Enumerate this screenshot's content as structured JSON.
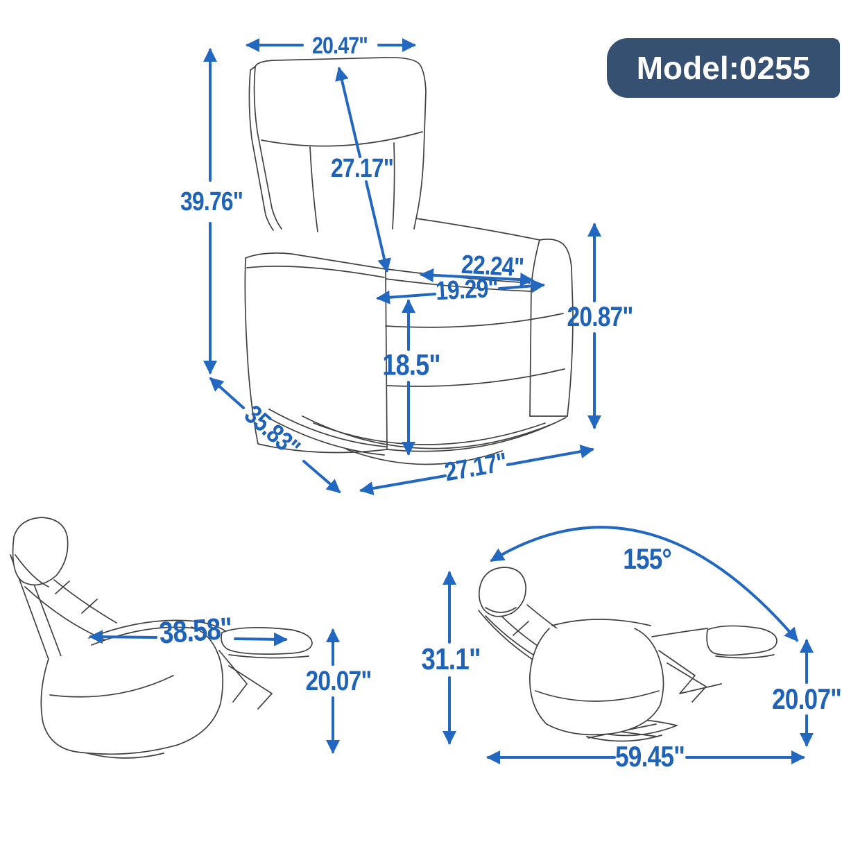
{
  "badge": {
    "label": "Model:0255"
  },
  "colors": {
    "dimension_blue": "#2268C0",
    "dimension_text": "#1E63B8",
    "outline_gray": "#404040",
    "badge_bg": "#355070",
    "badge_text": "#FFFFFF",
    "background": "#FFFFFF"
  },
  "front_view": {
    "dims": {
      "back_top_width": "20.47\"",
      "backrest_length": "27.17\"",
      "overall_height": "39.76\"",
      "width_between_arms_outer": "22.24\"",
      "seat_width": "19.29\"",
      "seat_front_height": "18.5\"",
      "arm_height": "20.87\"",
      "overall_depth": "35.83\"",
      "overall_width": "27.17\""
    }
  },
  "side_view": {
    "dims": {
      "reclined_length": "38.58\"",
      "footrest_floor_height": "20.07\""
    }
  },
  "angle_view": {
    "dims": {
      "recline_angle": "155°",
      "reclined_back_height": "31.1\"",
      "footrest_floor_height": "20.07\"",
      "reclined_overall_length": "59.45\""
    }
  }
}
